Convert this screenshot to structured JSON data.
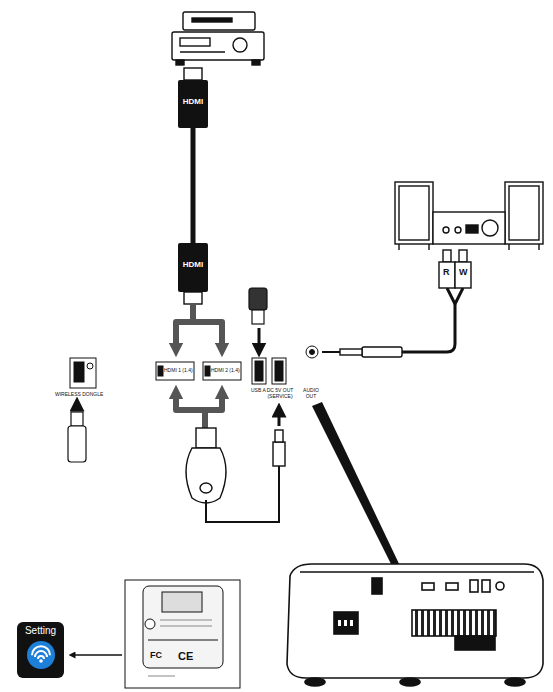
{
  "diagram": {
    "nodes": [
      {
        "text": [
          "HDMI"
        ]
      },
      {
        "text": [
          "HDMI"
        ]
      },
      {
        "text": [
          "Setting"
        ]
      }
    ],
    "edges": [
      {
        "from": 0,
        "to": 1,
        "arrow": "none"
      }
    ],
    "labels": [
      "HDMI 1 (1.4)",
      "HDMI 2 (1.4)",
      "WIRELESS DONGLE",
      "USB A",
      "DC 5V OUT (SERVICE)",
      "AUDIO OUT",
      "R",
      "W",
      "CE",
      "FC"
    ]
  }
}
